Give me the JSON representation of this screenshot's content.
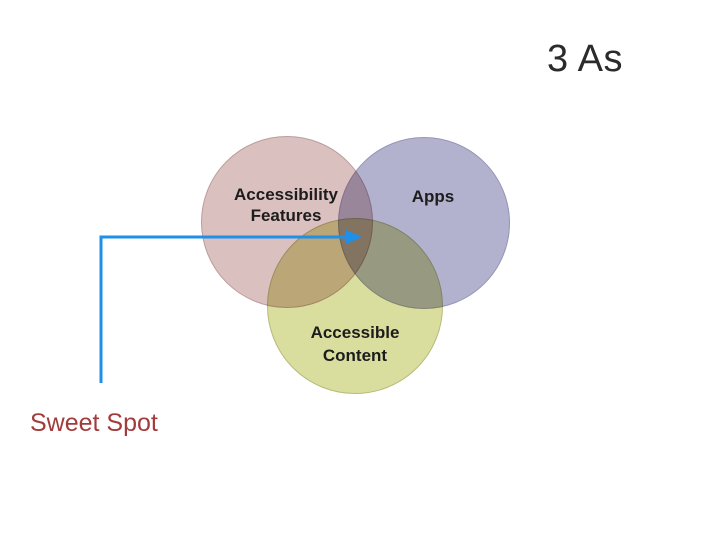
{
  "slide": {
    "title": "3 As",
    "background_color": "#ffffff",
    "title_color": "#2b2b2b"
  },
  "venn": {
    "circles": [
      {
        "id": "accessibility-features",
        "label": "Accessibility\nFeatures",
        "fill_color": "#dbc0c0",
        "edge_color": "#bb9c9c"
      },
      {
        "id": "apps",
        "label": "Apps",
        "fill_color": "#b2b2ce",
        "edge_color": "#9595b8"
      },
      {
        "id": "accessible-content",
        "label": "Accessible\nContent",
        "fill_color": "#d9dd9e",
        "edge_color": "#b6bb7c"
      }
    ],
    "label_color": "#1c1c1c"
  },
  "annotation": {
    "label": "Sweet Spot",
    "label_color": "#a23c3c",
    "arrow_color": "#1e8fea"
  }
}
